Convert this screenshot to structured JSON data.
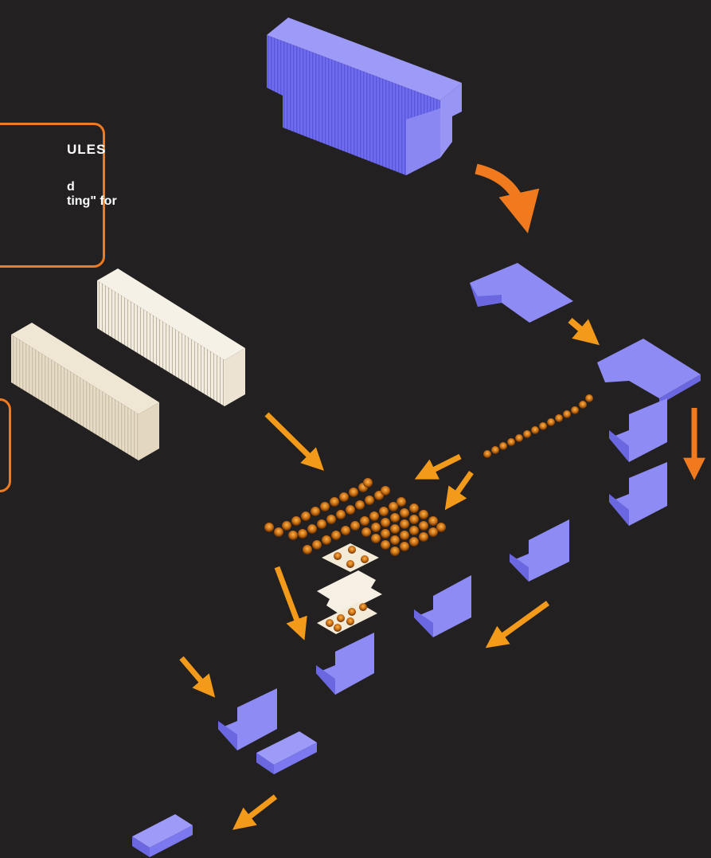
{
  "callout_top": {
    "title": "ULES",
    "line1": "d",
    "line2": "ting\" for"
  },
  "colors": {
    "background": "#222020",
    "module_blue": "#7b78f0",
    "arrow_orange": "#f39a1a",
    "callout_border": "#f07a1d",
    "spacer_cream": "#e5d9c3",
    "copper": "#c46a12"
  }
}
